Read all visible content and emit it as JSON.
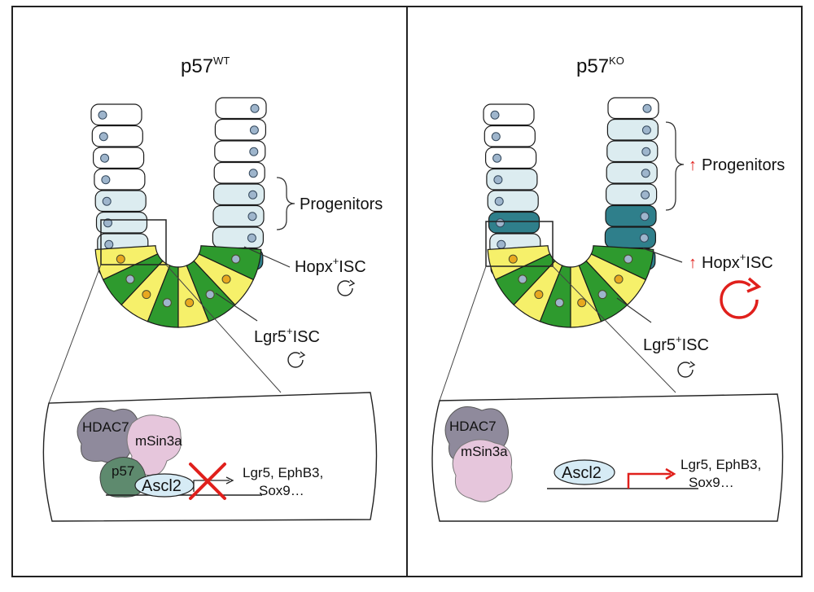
{
  "panels": {
    "wt": {
      "title": "p57",
      "title_sup": "WT",
      "progenitors": "Progenitors",
      "hopx": "Hopx",
      "hopx_sup": "+",
      "isc": "ISC",
      "lgr5": "Lgr5",
      "lgr5_sup": "+",
      "lgr5_isc": "ISC",
      "proteins": {
        "hdac7": "HDAC7",
        "msin3a": "mSin3a",
        "p57": "p57",
        "ascl2": "Ascl2"
      },
      "targets": [
        "Lgr5, EphB3,",
        "Sox9…"
      ]
    },
    "ko": {
      "title": "p57",
      "title_sup": "KO",
      "up_arrow": "↑",
      "progenitors": "Progenitors",
      "hopx": "Hopx",
      "hopx_sup": "+",
      "isc": "ISC",
      "lgr5": "Lgr5",
      "lgr5_sup": "+",
      "lgr5_isc": "ISC",
      "proteins": {
        "hdac7": "HDAC7",
        "msin3a": "mSin3a",
        "ascl2": "Ascl2"
      },
      "targets": [
        "Lgr5, EphB3,",
        "Sox9…"
      ]
    }
  },
  "colors": {
    "white_cell": "#ffffff",
    "progenitor_cell": "#dcecf0",
    "hopx_cell": "#2f7f8b",
    "lgr5_cell": "#2e9a2e",
    "paneth_cell": "#f6f06a",
    "nucleus": "#9eb5cc",
    "granule": "#e8a820",
    "hdac7": "#8f8a9c",
    "msin3a": "#e6c6dc",
    "p57": "#5e8a6e",
    "ascl2": "#d6ebf5",
    "repress": "#e0201c"
  }
}
